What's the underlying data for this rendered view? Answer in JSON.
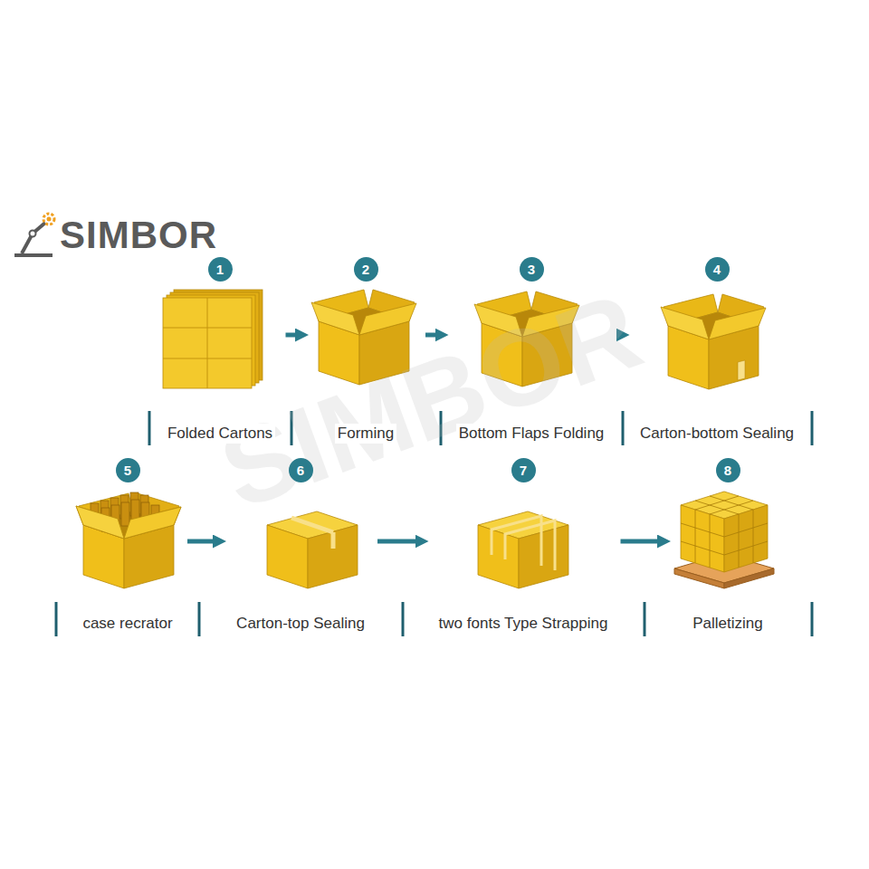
{
  "diagram": {
    "nodes": [
      {
        "text": [
          "1",
          "Folded Cartons"
        ]
      },
      {
        "text": [
          "2",
          "Forming"
        ]
      },
      {
        "text": [
          "3",
          "Bottom Flaps Folding"
        ]
      },
      {
        "text": [
          "4",
          "Carton-bottom Sealing"
        ]
      },
      {
        "text": [
          "5",
          "case recrator"
        ]
      },
      {
        "text": [
          "6",
          "Carton-top Sealing"
        ]
      },
      {
        "text": [
          "7",
          "two fonts Type Strapping"
        ]
      },
      {
        "text": [
          "8",
          "Palletizing"
        ]
      }
    ],
    "edges": [
      {
        "from": 0,
        "to": 1,
        "arrow": "to"
      },
      {
        "from": 1,
        "to": 2,
        "arrow": "to"
      },
      {
        "from": 2,
        "to": 3,
        "arrow": "to"
      },
      {
        "from": 4,
        "to": 5,
        "arrow": "to"
      },
      {
        "from": 5,
        "to": 6,
        "arrow": "to"
      },
      {
        "from": 6,
        "to": 7,
        "arrow": "to"
      }
    ],
    "labels": [
      "SIMBOR",
      "SIMBOR"
    ]
  }
}
